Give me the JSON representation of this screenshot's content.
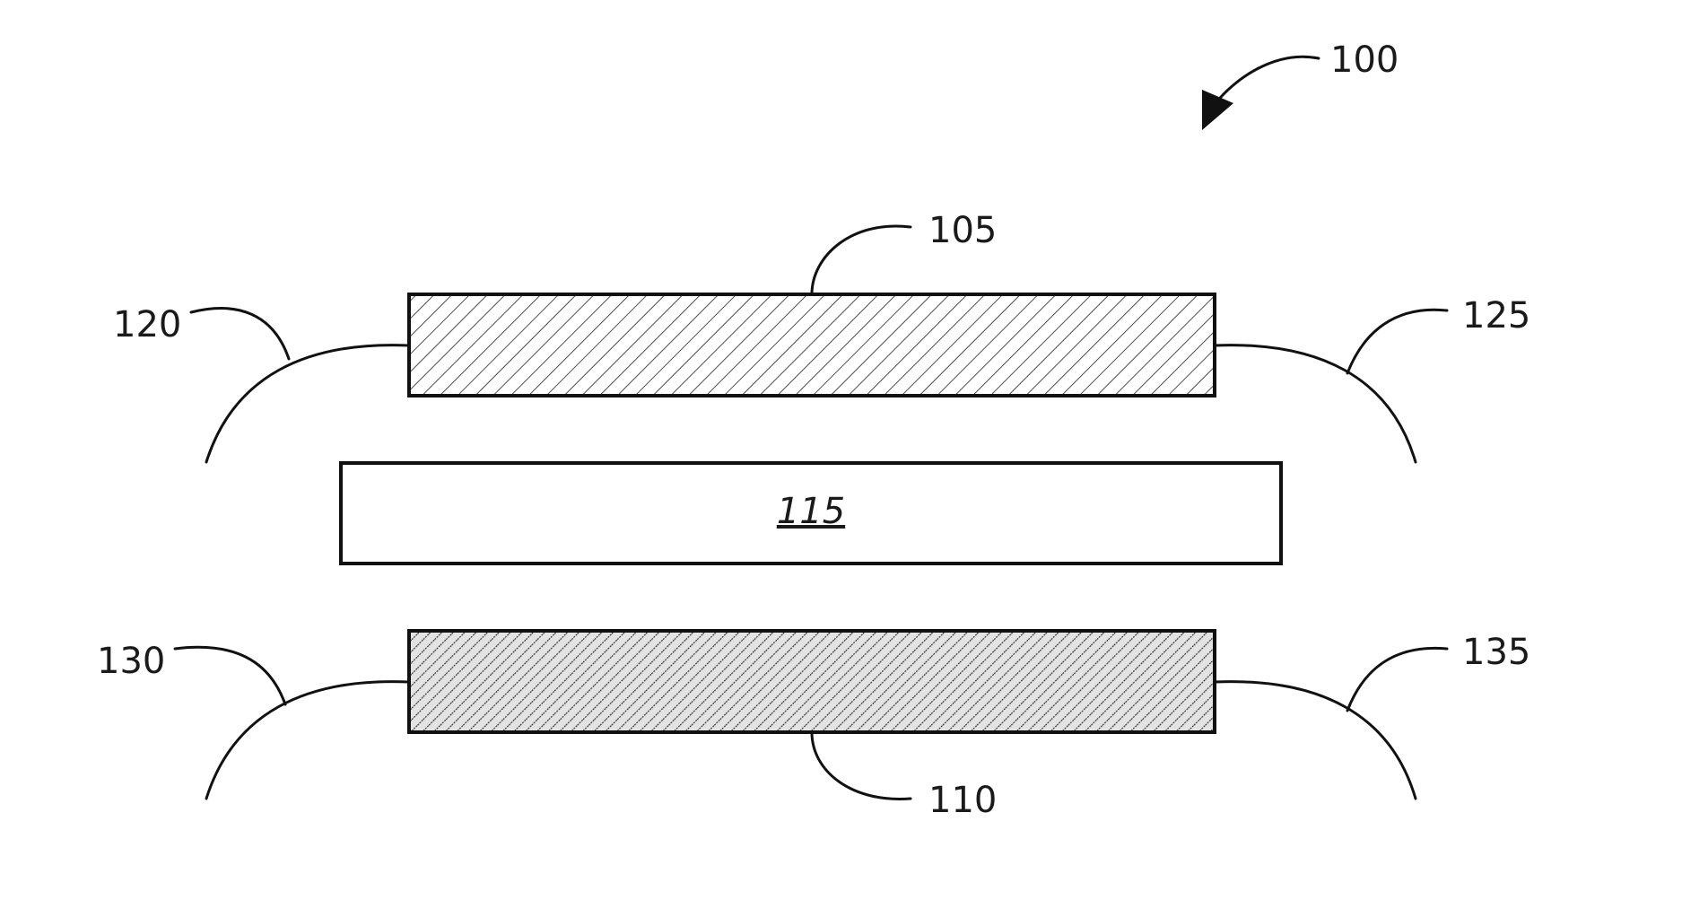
{
  "figure": {
    "ref_labels": {
      "assembly": "100",
      "top_plate": "105",
      "bottom_plate": "110",
      "middle_layer": "115",
      "top_left_lead": "120",
      "top_right_lead": "125",
      "bottom_left_lead": "130",
      "bottom_right_lead": "135"
    }
  },
  "colors": {
    "line": "#111111",
    "background": "#ffffff",
    "hatch_dense_fill": "#d9d9d9"
  }
}
